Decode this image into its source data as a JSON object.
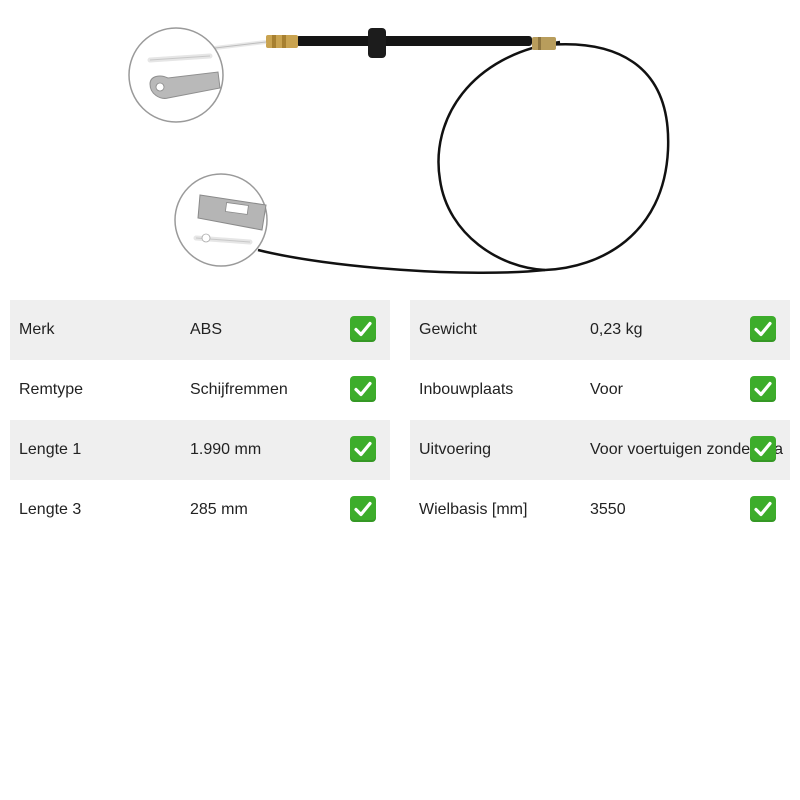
{
  "specs_left": [
    {
      "label": "Merk",
      "value": "ABS"
    },
    {
      "label": "Remtype",
      "value": "Schijfremmen"
    },
    {
      "label": "Lengte 1",
      "value": "1.990 mm"
    },
    {
      "label": "Lengte 3",
      "value": "285 mm"
    }
  ],
  "specs_right": [
    {
      "label": "Gewicht",
      "value": "0,23 kg"
    },
    {
      "label": "Inbouwplaats",
      "value": "Voor"
    },
    {
      "label": "Uitvoering",
      "value": "Voor voertuigen zonder dra"
    },
    {
      "label": "Wielbasis [mm]",
      "value": "3550"
    }
  ],
  "colors": {
    "row_shade": "#efefef",
    "check_green": "#3dad2b",
    "cable_black": "#111111"
  },
  "icons": {
    "row_status": "check-mark-icon"
  }
}
